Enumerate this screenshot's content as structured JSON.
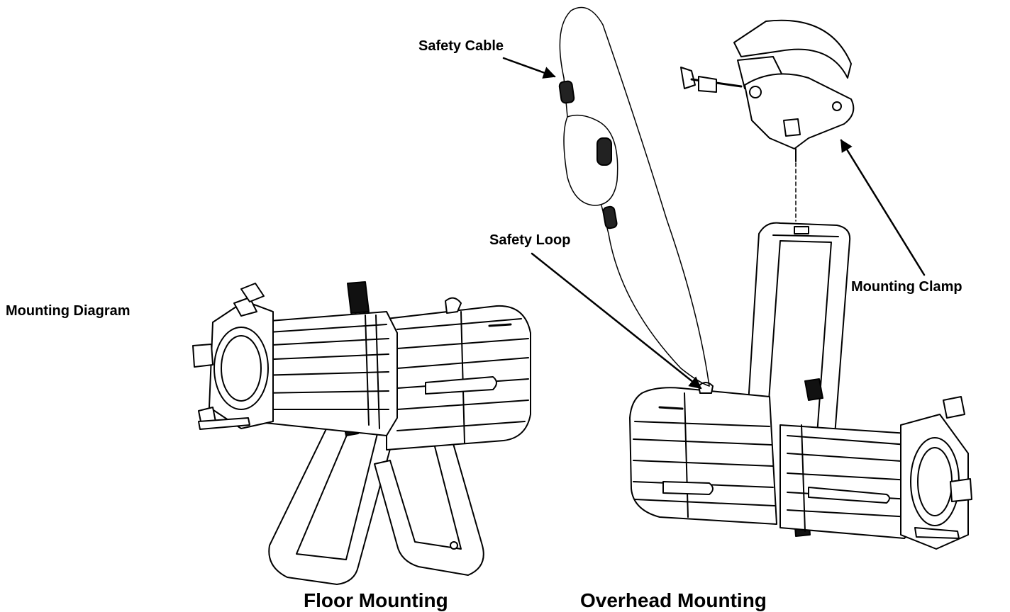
{
  "labels": {
    "diagram_title": "Mounting Diagram",
    "safety_cable": "Safety Cable",
    "safety_loop": "Safety Loop",
    "mounting_clamp": "Mounting Clamp"
  },
  "captions": {
    "floor": "Floor Mounting",
    "overhead": "Overhead Mounting"
  },
  "colors": {
    "line": "#000000",
    "fill": "#ffffff"
  }
}
